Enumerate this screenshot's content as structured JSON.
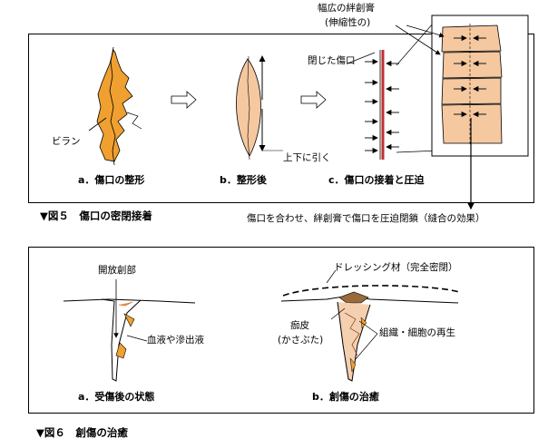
{
  "figure5": {
    "caption": "▼図５　傷口の密閉接着",
    "sub_a": "a．傷口の整形",
    "sub_b": "b．整形後",
    "sub_c": "c．傷口の接着と圧迫",
    "label_biran": "ビラン",
    "label_pull": "上下に引く",
    "label_closed": "閉じた傷口",
    "label_tape_line1": "幅広の絆創膏",
    "label_tape_line2": "(伸縮性の)",
    "note": "傷口を合わせ、絆創膏で傷口を圧迫閉鎖（縫合の効果）"
  },
  "figure6": {
    "caption": "▼図６　創傷の治癒",
    "sub_a": "a．受傷後の状態",
    "sub_b": "b．創傷の治癒",
    "label_open_wound": "開放創部",
    "label_exudate": "血液や滲出液",
    "label_dressing": "ドレッシング材（完全密閉）",
    "label_scab_line1": "痂皮",
    "label_scab_line2": "(かさぶた)",
    "label_regen": "組織・細胞の再生"
  },
  "colors": {
    "wound_orange": "#f0a030",
    "skin_peach": "#f5c8a0",
    "line": "#000000",
    "red_line": "#c03030"
  }
}
